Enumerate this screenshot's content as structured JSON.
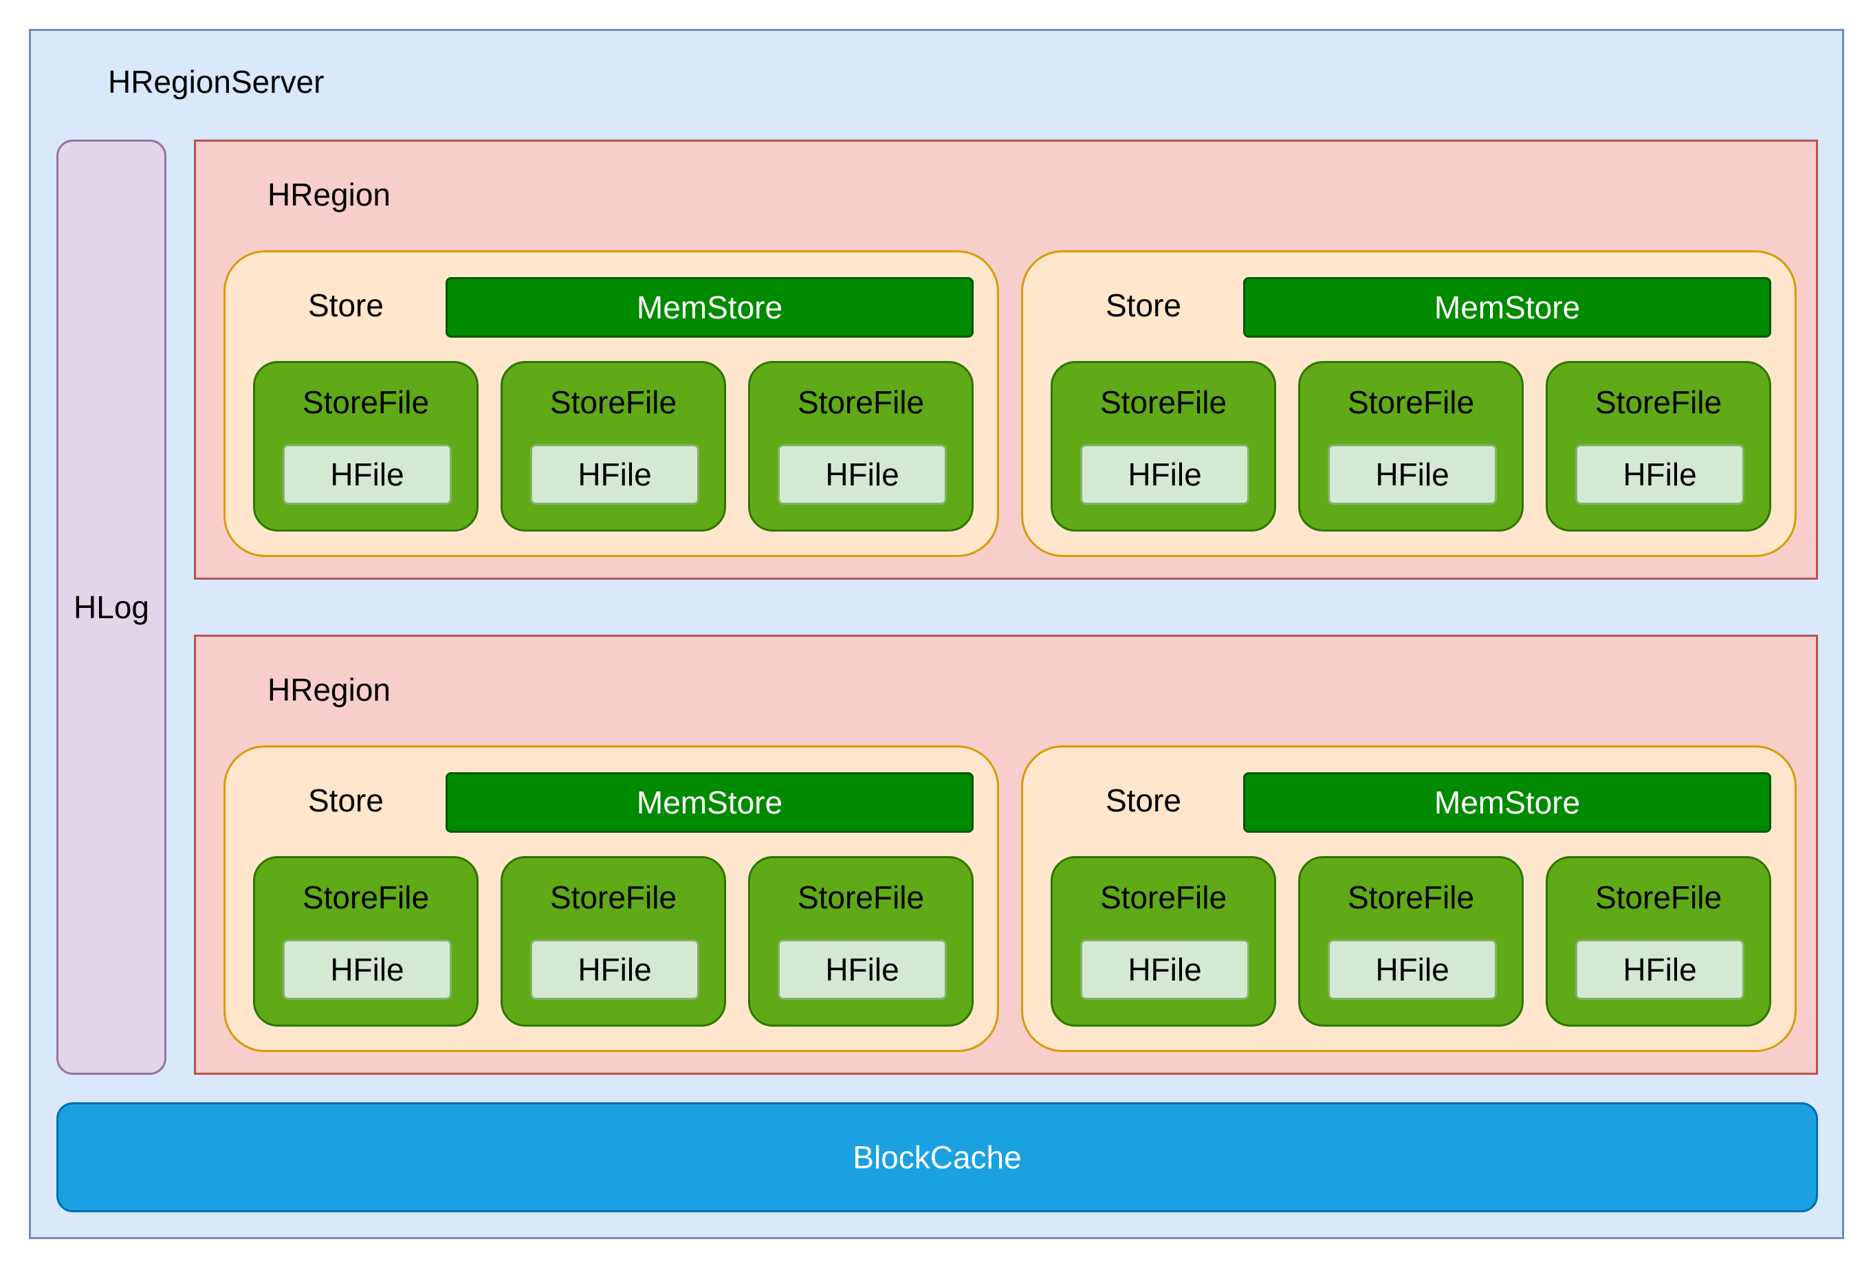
{
  "server": {
    "label": "HRegionServer"
  },
  "hlog": {
    "label": "HLog"
  },
  "block_cache": {
    "label": "BlockCache"
  },
  "regions": [
    {
      "label": "HRegion",
      "stores": [
        {
          "label": "Store",
          "memstore": "MemStore",
          "storefiles": [
            {
              "label": "StoreFile",
              "hfile": "HFile"
            },
            {
              "label": "StoreFile",
              "hfile": "HFile"
            },
            {
              "label": "StoreFile",
              "hfile": "HFile"
            }
          ]
        },
        {
          "label": "Store",
          "memstore": "MemStore",
          "storefiles": [
            {
              "label": "StoreFile",
              "hfile": "HFile"
            },
            {
              "label": "StoreFile",
              "hfile": "HFile"
            },
            {
              "label": "StoreFile",
              "hfile": "HFile"
            }
          ]
        }
      ]
    },
    {
      "label": "HRegion",
      "stores": [
        {
          "label": "Store",
          "memstore": "MemStore",
          "storefiles": [
            {
              "label": "StoreFile",
              "hfile": "HFile"
            },
            {
              "label": "StoreFile",
              "hfile": "HFile"
            },
            {
              "label": "StoreFile",
              "hfile": "HFile"
            }
          ]
        },
        {
          "label": "Store",
          "memstore": "MemStore",
          "storefiles": [
            {
              "label": "StoreFile",
              "hfile": "HFile"
            },
            {
              "label": "StoreFile",
              "hfile": "HFile"
            },
            {
              "label": "StoreFile",
              "hfile": "HFile"
            }
          ]
        }
      ]
    }
  ]
}
